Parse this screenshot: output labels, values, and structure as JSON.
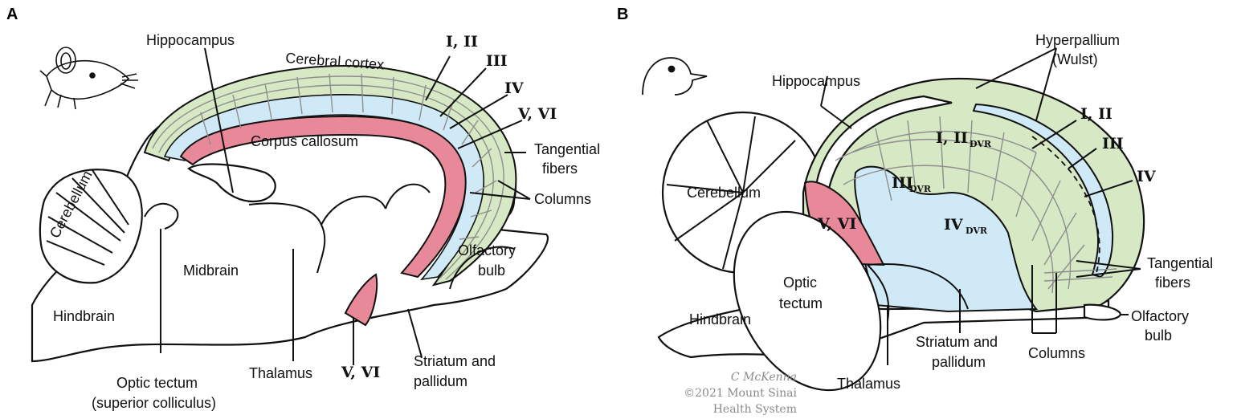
{
  "panels": {
    "a": {
      "letter": "A",
      "labels": {
        "hippocampus": "Hippocampus",
        "cerebral_cortex": "Cerebral cortex",
        "layers_1_2": "I, II",
        "layer_3": "III",
        "layer_4": "IV",
        "layers_5_6": "V, VI",
        "corpus_callosum": "Corpus callosum",
        "tangential_fibers_1": "Tangential",
        "tangential_fibers_2": "fibers",
        "columns": "Columns",
        "cerebellum": "Cerebellum",
        "olfactory_bulb_1": "Olfactory",
        "olfactory_bulb_2": "bulb",
        "midbrain": "Midbrain",
        "hindbrain": "Hindbrain",
        "layers_5_6_bottom": "V, VI",
        "striatum_1": "Striatum and",
        "striatum_2": "pallidum",
        "thalamus": "Thalamus",
        "optic_tectum_1": "Optic tectum",
        "optic_tectum_2": "(superior colliculus)"
      }
    },
    "b": {
      "letter": "B",
      "labels": {
        "hippocampus": "Hippocampus",
        "hyperpallium_1": "Hyperpallium",
        "hyperpallium_2": "(Wulst)",
        "layers_1_2": "I, II",
        "layer_3": "III",
        "layer_4": "IV",
        "dvr_1_2": "I, II",
        "dvr_3": "III",
        "dvr_4": "IV",
        "dvr_sub": "DVR",
        "cerebellum": "Cerebellum",
        "layers_5_6": "V, VI",
        "tangential_fibers_1": "Tangential",
        "tangential_fibers_2": "fibers",
        "optic_tectum_1": "Optic",
        "optic_tectum_2": "tectum",
        "olfactory_bulb_1": "Olfactory",
        "olfactory_bulb_2": "bulb",
        "hindbrain": "Hindbrain",
        "striatum_1": "Striatum and",
        "striatum_2": "pallidum",
        "columns": "Columns",
        "thalamus": "Thalamus"
      },
      "credit": {
        "artist": "C McKenna",
        "copyright": "©2021 Mount Sinai",
        "org": "Health System"
      }
    }
  },
  "colors": {
    "green_layers": "#d6e8c4",
    "blue_layer": "#cfe9f6",
    "pink_layers": "#e8899a",
    "outline": "#111111",
    "fibers": "#8e8e8e"
  }
}
